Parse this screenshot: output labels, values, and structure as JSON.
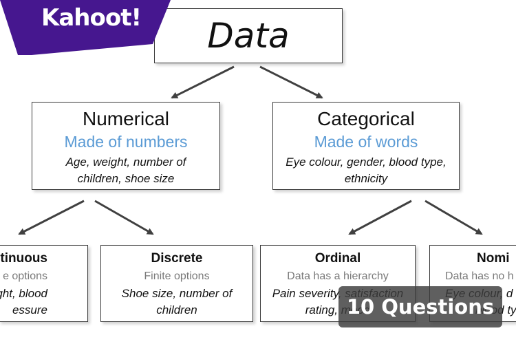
{
  "logo": {
    "text": "Kahoot!"
  },
  "badge": {
    "text": "10 Questions"
  },
  "diagram": {
    "root": {
      "title": "Data"
    },
    "numerical": {
      "title": "Numerical",
      "subtitle": "Made of numbers",
      "examples_line1": "Age, weight, number of",
      "examples_line2": "children, shoe size"
    },
    "categorical": {
      "title": "Categorical",
      "subtitle": "Made of words",
      "examples_line1": "Eye colour, gender, blood type,",
      "examples_line2": "ethnicity"
    },
    "continuous": {
      "title": "tinuous",
      "subtitle": "e options",
      "examples_line1": "ight, blood",
      "examples_line2": "essure"
    },
    "discrete": {
      "title": "Discrete",
      "subtitle": "Finite options",
      "examples_line1": "Shoe size, number of",
      "examples_line2": "children"
    },
    "ordinal": {
      "title": "Ordinal",
      "subtitle": "Data has a hierarchy",
      "examples_line1": "Pain severity, satisfaction",
      "examples_line2": "rating, mood"
    },
    "nominal": {
      "title": "Nomi",
      "subtitle": "Data has no h",
      "examples_line1": "Eye colour, d",
      "examples_line2": "blood ty"
    }
  },
  "colors": {
    "logo_purple": "#46178f",
    "subtitle_blue": "#5b9bd5",
    "arrow": "#404040"
  }
}
